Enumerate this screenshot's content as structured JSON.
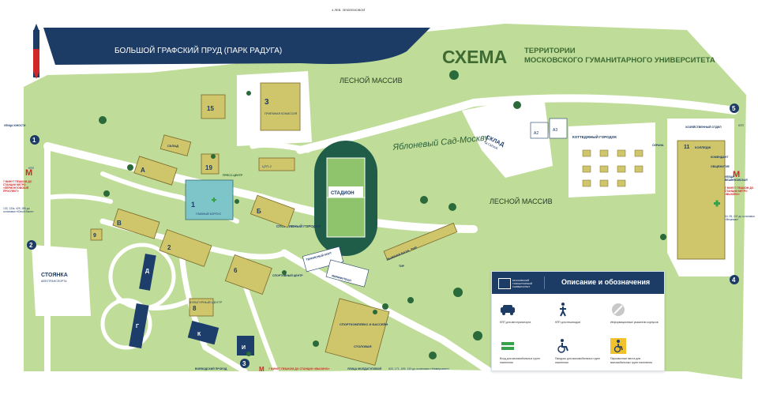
{
  "title": {
    "main": "СХЕМА",
    "sub1": "ТЕРРИТОРИИ",
    "sub2": "МОСКОВСКОГО ГУМАНИТАРНОГО УНИВЕРСИТЕТА"
  },
  "banner": {
    "text": "БОЛЬШОЙ ГРАФСКИЙ ПРУД (ПАРК РАДУГА)",
    "road_label": "4 ЛЕВ. ЗЕМЛЕМОВОЙ"
  },
  "areas": {
    "forest1": "ЛЕСНОЙ МАССИВ",
    "forest2": "ЛЕСНОЙ МАССИВ",
    "stadium": "СТАДИОН",
    "sports_town": "СПОРТИВНЫЙ ГОРОДОК",
    "orchard": "Яблоневый Сад-Москву",
    "cottage_town": "КОТТЕДЖНЫЙ ГОРОДОК",
    "parking": "СТОЯНКА",
    "parking_sub": "АВТОТРАНСПОРТА",
    "warehouse": "СКЛАД",
    "warehouse_sub": "И ГАРАЖ"
  },
  "buildings": {
    "b1_num": "1",
    "b1_name": "ГЛАВНЫЙ КОРПУС",
    "b2_num": "2",
    "b3_num": "3",
    "b3_name": "ПРИЁМНАЯ КОМИССИЯ",
    "b6_num": "6",
    "b8_num": "8",
    "b9_num": "9",
    "b11_num": "11",
    "b11_name": "КОЛЛЕДЖ",
    "b15_num": "15",
    "b19_num": "19",
    "a": "А",
    "b": "Б",
    "v": "В",
    "g": "Г",
    "d": "Д",
    "i": "И",
    "k": "К",
    "a2": "А2",
    "a3": "А3",
    "sklad": "СКЛАД",
    "ctp": "ЦТП-2",
    "culture": "КУЛЬТУРНЫЙ ЦЕНТР",
    "sport": "СПОРТКОМПЛЕКС И БАССЕЙН",
    "canteen": "СТОЛОВАЯ",
    "ski": "ЛЫЖНАЯ БАЗА, ТИР",
    "court": "ТЕННИСНЫЙ КОРТ",
    "minifootball": "МИНИФУТБОЛ",
    "press": "ПРЕСС-ЦЕНТР",
    "sport_center": "СПОРТИВНЫЙ ЦЕНТР",
    "gym": "ТИР",
    "guard": "ОХРАНА",
    "campus_dept": "ХОЗЯЙСТВЕННЫЙ ОТДЕЛ",
    "security_office": "КОМЕНДАНТ",
    "hostel": "ОБЩЕЖИТИЕ"
  },
  "entrances": {
    "e1": "1",
    "e2": "2",
    "e3": "3",
    "e4": "4",
    "e5": "5",
    "kpp": "КПП"
  },
  "side_notes": {
    "left_street": "УЛИЦА ЮНОСТИ",
    "left_metro": "7 МИНУТ ПЕШКОМ ДО СТАНЦИИ МЕТРО «ЛЕРМОНТОВСКИЙ ПРОСПЕКТ»",
    "left_bus": "133, 133к, 429, 285 до остановки «Юный Вьюн»",
    "right_street": "УЛИЦА ВЕШНЯКОВСКАЯ",
    "right_metro": "7 МИНУТ ПЕШКОМ ДО СТАНЦИИ МЕТРО «ВЫХИНО»",
    "right_bus": "64, 95, 247 до остановки «Вешняки»",
    "bottom_street": "ВОЕВОДСКИЙ ПРОЕЗД",
    "bottom_metro": "7 МИНУТ ПЕШКОМ ДО СТАНЦИИ «ВЫХИНО»",
    "bottom_street2": "УЛИЦА МОЛДАГУЛОВОЙ",
    "bottom_bus": "620, 171, 495, 133 до остановки «Университет»"
  },
  "legend": {
    "header": "Описание и обозначения",
    "logo_text": "МОСКОВСКИЙ ГУМАНИТАРНЫЙ УНИВЕРСИТЕТ",
    "items": [
      {
        "icon": "car-icon",
        "text": "КПП для автотранспорта"
      },
      {
        "icon": "pedestrian-icon",
        "text": "КПП для пешеходов"
      },
      {
        "icon": "no-entry-icon",
        "text": "Информационные указатели корпусов"
      },
      {
        "icon": "equal-icon",
        "text": "Вход для маломобильных групп населения"
      },
      {
        "icon": "wheelchair-icon",
        "text": "Пандусы для маломобильных групп населения"
      },
      {
        "icon": "wheelchair-icon",
        "text": "Парковочные места для маломобильных групп населения"
      }
    ]
  },
  "colors": {
    "grass": "#bfdc99",
    "paths": "#ffffff",
    "building": "#cfc56b",
    "building_blue": "#1d3d6a",
    "main_building": "#7ec5c9",
    "navy": "#1c3c66",
    "dark_green": "#2b5f37",
    "text_green": "#3e6b34",
    "stadium": "#1f5d49"
  }
}
